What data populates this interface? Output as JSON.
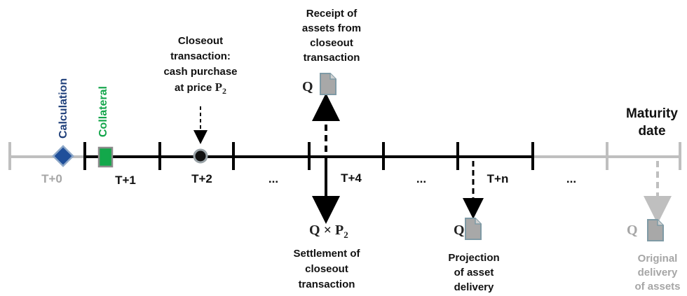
{
  "timeline": {
    "ticks": {
      "t0": "T+0",
      "t1": "T+1",
      "t2": "T+2",
      "dots1": "...",
      "t4": "T+4",
      "dots2": "...",
      "tn": "T+n",
      "dots3": "..."
    },
    "maturity_line1": "Maturity",
    "maturity_line2": "date"
  },
  "markers": {
    "calculation": "Calculation",
    "collateral": "Collateral"
  },
  "closeout": {
    "line1": "Closeout",
    "line2": "transaction:",
    "line3": "cash purchase",
    "line4": "at price",
    "price_symbol": "P",
    "price_sub": "2"
  },
  "receipt": {
    "line1": "Receipt of",
    "line2": "assets from",
    "line3": "closeout",
    "line4": "transaction",
    "q": "Q"
  },
  "settlement": {
    "formula_q": "Q",
    "formula_times": "×",
    "formula_p": "P",
    "formula_sub": "2",
    "line1": "Settlement of",
    "line2": "closeout",
    "line3": "transaction"
  },
  "projection": {
    "q": "Q",
    "line1": "Projection",
    "line2": "of asset",
    "line3": "delivery"
  },
  "original": {
    "q": "Q",
    "line1": "Original",
    "line2": "delivery",
    "line3": "of assets"
  },
  "colors": {
    "main_line": "#000000",
    "grey_line": "#bfbfbf",
    "calculation": "#1f3f7a",
    "collateral": "#12a54a",
    "document": "#a8a8a8"
  }
}
